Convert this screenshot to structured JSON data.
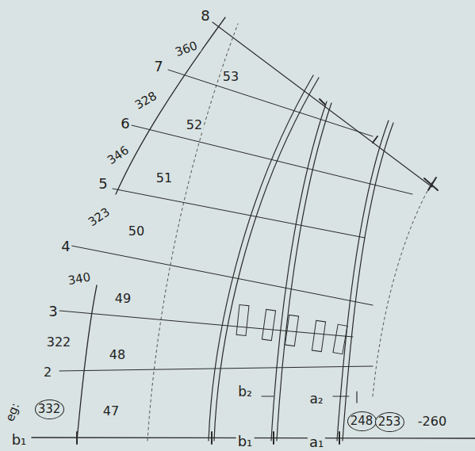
{
  "diagram": {
    "nodes": [
      {
        "text": [
          "332"
        ]
      },
      {
        "text": [
          "248"
        ]
      },
      {
        "text": [
          "253"
        ]
      }
    ],
    "edges": [
      {
        "from": 1,
        "to": 2,
        "arrow": "none"
      }
    ],
    "labels": [
      "8",
      "360",
      "7",
      "53",
      "328",
      "52",
      "6",
      "346",
      "51",
      "5",
      "323",
      "50",
      "4",
      "340",
      "49",
      "3",
      "322",
      "48",
      "2",
      "eg:",
      "47",
      "b₂",
      "a₂",
      "-260",
      "b₁",
      "b₁",
      "a₁"
    ]
  }
}
